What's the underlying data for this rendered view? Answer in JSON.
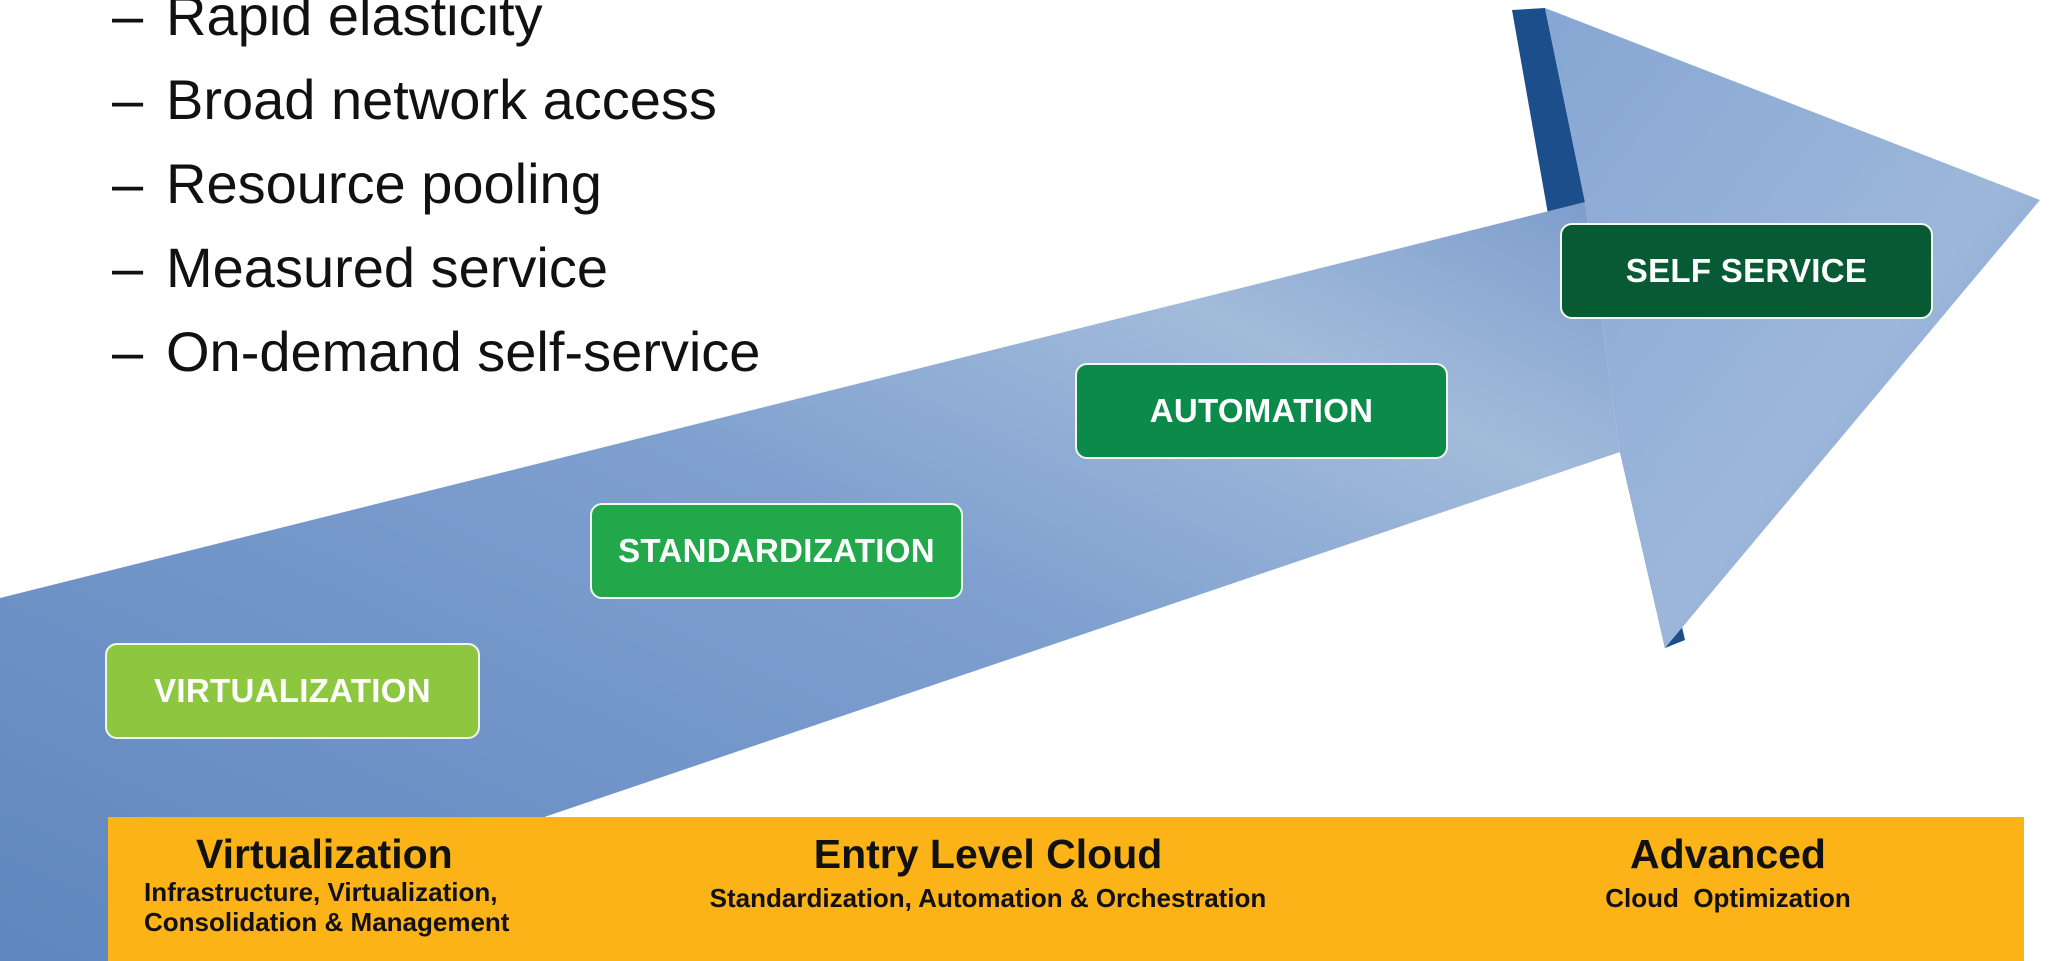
{
  "bullets": [
    "Rapid elasticity",
    "Broad network access",
    "Resource pooling",
    "Measured service",
    "On-demand self-service"
  ],
  "bullet_marker": "–",
  "stages": {
    "virtualization": "VIRTUALIZATION",
    "standardization": "STANDARDIZATION",
    "automation": "AUTOMATION",
    "self_service": "SELF SERVICE"
  },
  "band": {
    "virtualization": {
      "title": "Virtualization",
      "line1": "Infrastructure, Virtualization,",
      "line2": "Consolidation & Management"
    },
    "entry": {
      "title": "Entry Level Cloud",
      "subtitle": "Standardization, Automation & Orchestration"
    },
    "advanced": {
      "title": "Advanced",
      "subtitle": "Cloud  Optimization"
    }
  },
  "colors": {
    "arrow_light": "#9bb6d8",
    "arrow_mid": "#6f93c7",
    "arrow_dark": "#1f4f8f",
    "band": "#fbb317",
    "virtualization_box": "#8dc63f",
    "standardization_box": "#22a84a",
    "automation_box": "#0b8a4a",
    "self_service_box": "#075a33"
  }
}
